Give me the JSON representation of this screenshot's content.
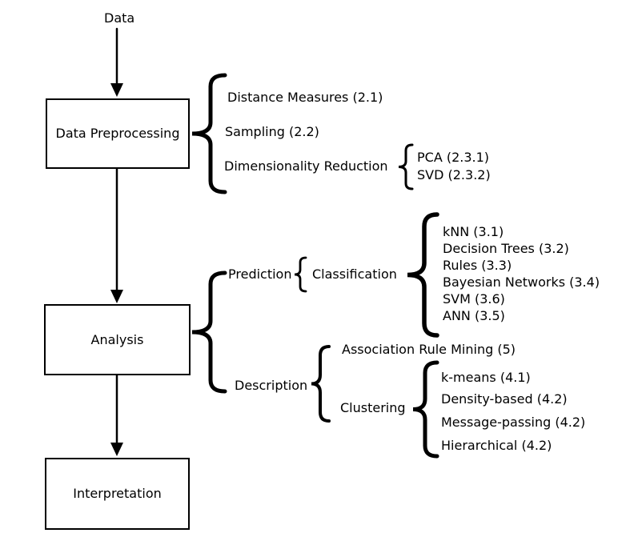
{
  "nodes": {
    "source": "Data",
    "preprocessing": "Data Preprocessing",
    "analysis": "Analysis",
    "interpretation": "Interpretation"
  },
  "preprocessing_branch": {
    "items": [
      "Distance Measures (2.1)",
      "Sampling (2.2)",
      "Dimensionality Reduction"
    ],
    "dimensionality_reduction_methods": [
      "PCA (2.3.1)",
      "SVD (2.3.2)"
    ]
  },
  "analysis_branch": {
    "prediction_label": "Prediction",
    "classification_label": "Classification",
    "classification_methods": [
      "kNN (3.1)",
      "Decision Trees (3.2)",
      "Rules (3.3)",
      "Bayesian Networks (3.4)",
      "SVM (3.6)",
      "ANN (3.5)"
    ],
    "description_label": "Description",
    "association_rule_mining": "Association Rule Mining (5)",
    "clustering_label": "Clustering",
    "clustering_methods": [
      "k-means (4.1)",
      "Density-based (4.2)",
      "Message-passing (4.2)",
      "Hierarchical (4.2)"
    ]
  },
  "colors": {
    "ink": "#000000",
    "background": "#ffffff"
  }
}
